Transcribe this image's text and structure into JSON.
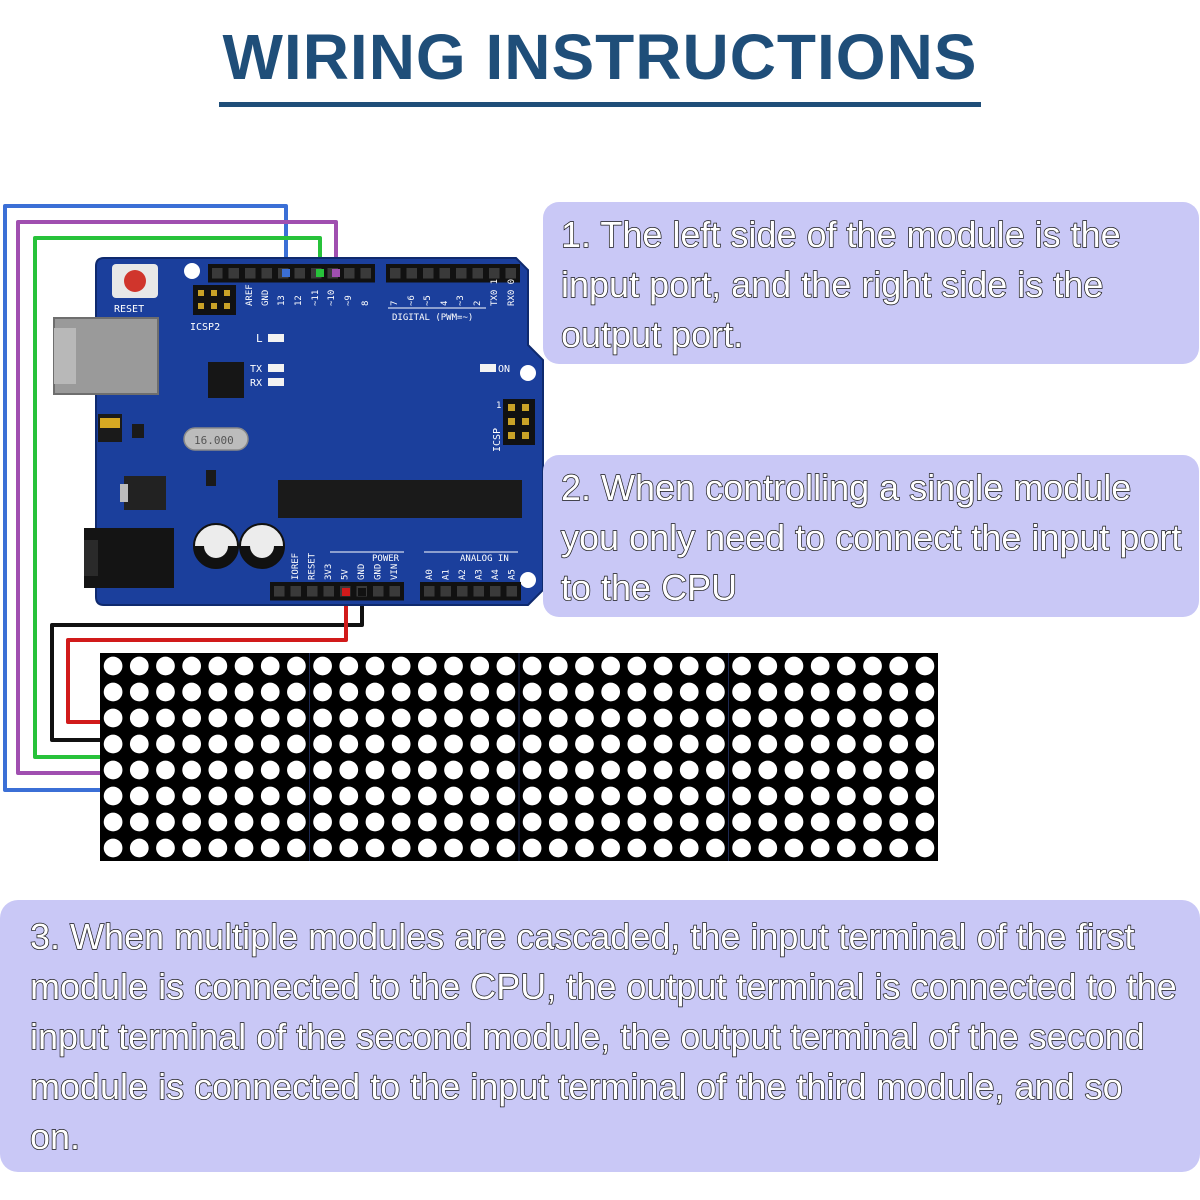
{
  "title": "WIRING INSTRUCTIONS",
  "notes": {
    "note1": "1. The left side of the module is the input port, and the right side is the output port.",
    "note2": "2. When controlling a single module you only need to connect the input port to the CPU",
    "note3": "3. When multiple modules are cascaded, the input terminal of the first module is connected to the CPU, the output terminal is connected to the input terminal of the second module, the output terminal of the second module is connected to the input terminal of the third module, and so on."
  },
  "board": {
    "reset": "RESET",
    "icsp2": "ICSP2",
    "icsp": "ICSP",
    "l": "L",
    "tx": "TX",
    "rx": "RX",
    "on": "ON",
    "crystal": "16.000",
    "digital": "DIGITAL (PWM=~)",
    "power": "POWER",
    "analog_in": "ANALOG IN",
    "icsp_one": "1",
    "top_pins": [
      "AREF",
      "GND",
      "13",
      "12",
      "~11",
      "~10",
      "~9",
      "8",
      "7",
      "~6",
      "~5",
      "4",
      "~3",
      "2",
      "TX0 1",
      "RX0 0"
    ],
    "power_pins": [
      "IOREF",
      "RESET",
      "3V3",
      "5V",
      "GND",
      "GND",
      "VIN"
    ],
    "analog_pins": [
      "A0",
      "A1",
      "A2",
      "A3",
      "A4",
      "A5"
    ]
  },
  "matrix": {
    "modules": 4,
    "rows": 8,
    "cols_per_module": 8
  },
  "colors": {
    "title": "#1f4e79",
    "note_bg": "#c9c8f6",
    "board": "#1b3f9c",
    "wire_blue": "#3b6fd6",
    "wire_purple": "#a04fb0",
    "wire_green": "#27c23a",
    "wire_red": "#d11a1a",
    "wire_black": "#111111",
    "matrix_bg": "#000000",
    "led": "#ffffff"
  }
}
